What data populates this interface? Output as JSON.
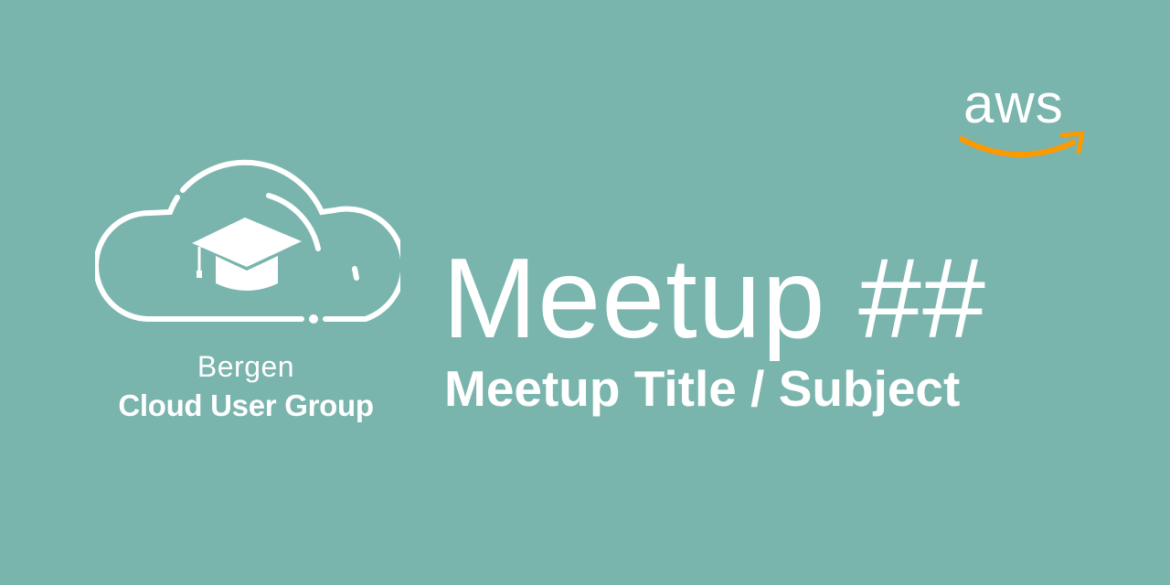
{
  "banner": {
    "background_color": "#79b4ad",
    "text_color": "#ffffff",
    "accent_color": "#ff9900"
  },
  "group_logo": {
    "icon": "cloud-graduation-cap-icon",
    "city": "Bergen",
    "name": "Cloud User Group"
  },
  "meetup": {
    "number_label": "Meetup ##",
    "subject": "Meetup Title / Subject"
  },
  "aws_logo": {
    "text": "aws",
    "icon": "amazon-smile-arrow-icon"
  }
}
